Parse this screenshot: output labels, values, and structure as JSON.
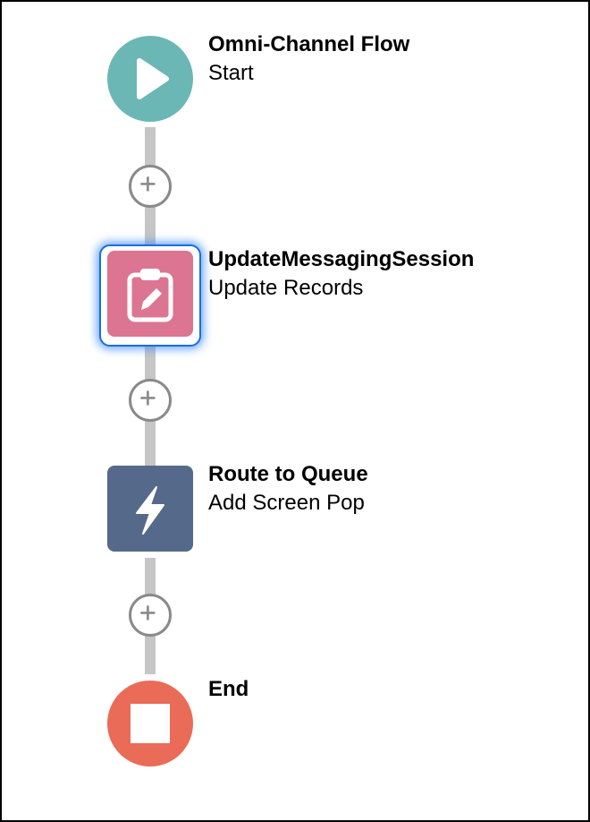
{
  "flow": {
    "nodes": [
      {
        "title": "Omni-Channel Flow",
        "subtitle": "Start",
        "type": "start",
        "icon": "play-icon",
        "color": "#6bb7b5"
      },
      {
        "title": "UpdateMessagingSession",
        "subtitle": "Update Records",
        "type": "update-records",
        "icon": "clipboard-edit-icon",
        "color": "#db7592",
        "selected": true
      },
      {
        "title": "Route to Queue",
        "subtitle": "Add Screen Pop",
        "type": "action",
        "icon": "lightning-icon",
        "color": "#55698a"
      },
      {
        "title": "End",
        "subtitle": "",
        "type": "end",
        "icon": "stop-icon",
        "color": "#ea6b57"
      }
    ],
    "add_button_icon": "plus-icon",
    "connector_color": "#c6c6c6",
    "selection_color": "#1b6fd6"
  }
}
